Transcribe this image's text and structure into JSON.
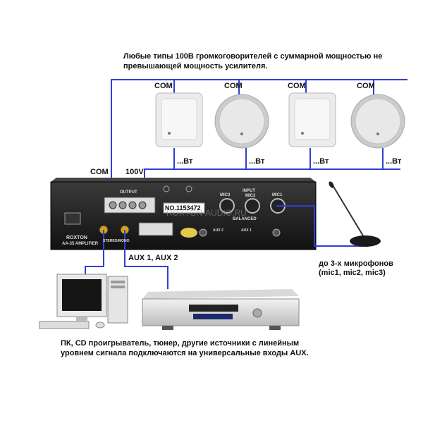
{
  "header_text_line1": "Любые типы 100В громкоговорителей с суммарной мощностью не",
  "header_text_line2": "превышающей мощность усилителя.",
  "speaker_labels": {
    "com_1": "COM",
    "com_2": "COM",
    "com_3": "COM",
    "com_4": "COM",
    "vt_1": "...Вт",
    "vt_2": "...Вт",
    "vt_3": "...Вт",
    "vt_4": "...Вт"
  },
  "amp_labels": {
    "com": "COM",
    "v100": "100V",
    "serial": "NO.1153472",
    "output": "OUTPUT",
    "brand": "ROXTON",
    "model": "AA-35 AMPLIFIER",
    "mic3": "MIC3",
    "mic2": "MIC2",
    "mic1": "MIC1",
    "input": "INPUT",
    "balanced": "BALANCED",
    "aux1": "AUX 1",
    "aux2": "AUX 2",
    "stereo": "STEREO/MONO"
  },
  "aux_label": "AUX 1, AUX 2",
  "mic_note_line1": "до 3-х микрофонов",
  "mic_note_line2": "(mic1, mic2, mic3)",
  "footer_line1": "ПК, CD проигрыватель, тюнер, другие источники с линейным",
  "footer_line2": "уровнем сигнала подключаются на универсальные входы AUX.",
  "watermark": "ROXTON-AUDIO.RU",
  "colors": {
    "wire": "#2f3fd6",
    "amp": "#1a1a1a",
    "speaker": "#e9e9e9"
  }
}
